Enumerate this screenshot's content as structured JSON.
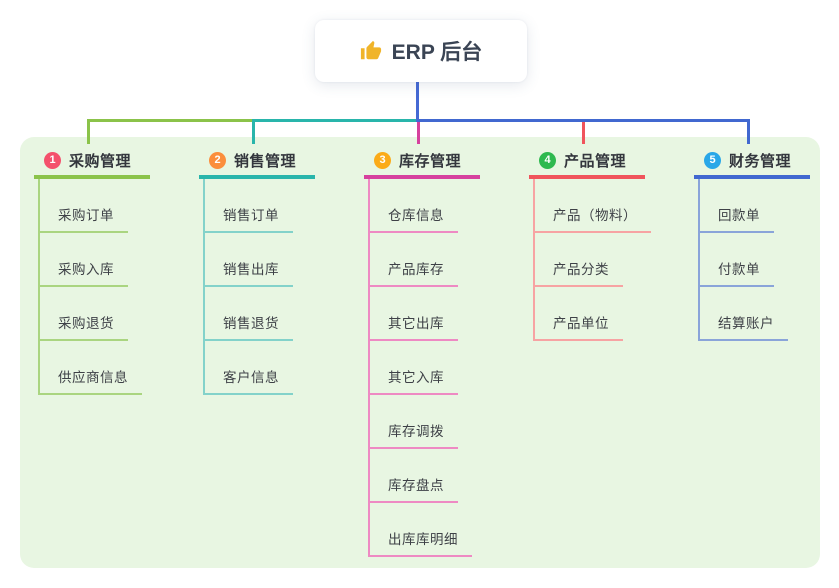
{
  "root": {
    "title": "ERP 后台",
    "icon": "thumbs-up-icon"
  },
  "branches": [
    {
      "num": "1",
      "label": "采购管理",
      "badge_color": "#f4516c",
      "line_color": "#8bc34a",
      "child_line_color": "#aad580",
      "children": [
        "采购订单",
        "采购入库",
        "采购退货",
        "供应商信息"
      ]
    },
    {
      "num": "2",
      "label": "销售管理",
      "badge_color": "#fb8e3c",
      "line_color": "#29b5ab",
      "child_line_color": "#83d2ca",
      "children": [
        "销售订单",
        "销售出库",
        "销售退货",
        "客户信息"
      ]
    },
    {
      "num": "3",
      "label": "库存管理",
      "badge_color": "#fbab18",
      "line_color": "#d6419e",
      "child_line_color": "#ee8ac3",
      "children": [
        "仓库信息",
        "产品库存",
        "其它出库",
        "其它入库",
        "库存调拨",
        "库存盘点",
        "出库库明细"
      ]
    },
    {
      "num": "4",
      "label": "产品管理",
      "badge_color": "#2eb94f",
      "line_color": "#f0545c",
      "child_line_color": "#f7a3a3",
      "children": [
        "产品（物料）",
        "产品分类",
        "产品单位"
      ]
    },
    {
      "num": "5",
      "label": "财务管理",
      "badge_color": "#29a7e8",
      "line_color": "#4168d0",
      "child_line_color": "#8aa4d9",
      "children": [
        "回款单",
        "付款单",
        "结算账户"
      ]
    }
  ],
  "colors": {
    "canvas": "#ffffff",
    "panel": "#e8f6e2",
    "root_line": "#4569d4",
    "thumb_icon": "#f0b429",
    "title_text": "#3a4454",
    "label_text": "#33363d",
    "child_text": "#3e4147"
  }
}
